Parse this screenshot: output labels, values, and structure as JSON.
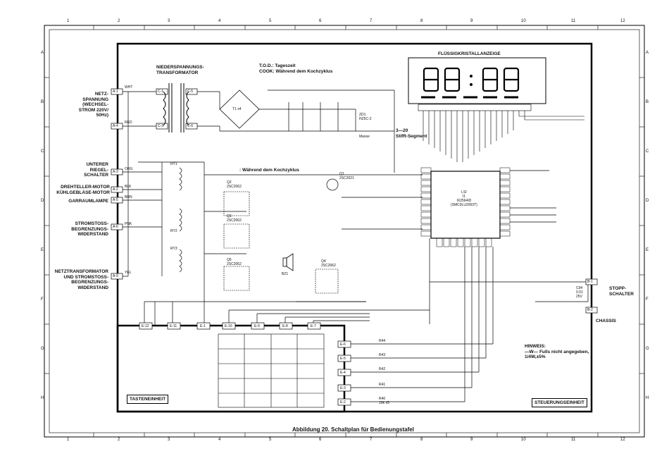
{
  "caption": "Abbildung 20.  Schaltplan für Bedienungstafel",
  "grid": {
    "columns": [
      "1",
      "2",
      "3",
      "4",
      "5",
      "6",
      "7",
      "8",
      "9",
      "10",
      "11",
      "12"
    ],
    "rows": [
      "A",
      "B",
      "C",
      "D",
      "E",
      "F",
      "G",
      "H"
    ]
  },
  "labels": {
    "netz": "NETZ-\nSPANNUNG\n(WECHSEL-\nSTROM 220V/\n50Hz)",
    "riegel": "UNTERER\nRIEGEL-\nSCHALTER",
    "drehteller": "DREHTELLER-MOTOR\nKÜHLGEBLÄSE-MOTOR",
    "garraum": "GARRAUMLAMPE",
    "stromstoss": "STROMSTOSS-\nBEGRENZUNGS-\nWIDERSTAND",
    "netztrafo": "NETZTRANSFORMATOR\nUND STROMSTOSS-\nBEGRENZUNGS-\nWIDERSTAND",
    "niederspannung": "NIEDERSPANNUNGS-\nTRANSFORMATOR",
    "tod": "T.O.D.: Tageszeit\nCOOK: Während dem Kochzyklus",
    "fluessig": "FLÜSSIGKRISTALLANZEIGE",
    "stifte": "3—20\nStifft-Segment",
    "stopp": "STOPP-\nSCHALTER",
    "chassis": "CHASSIS",
    "tasteneinheit": "TASTENEINHEIT",
    "steuerungseinheit": "STEUERUNGSEINHEIT",
    "hinweis": "HINWEIS:\n—W— Fulls nicht angegeben,\n1/4W,±5%",
    "masse": "Masse",
    "waehrend": ": Während dem Kochzyklus",
    "lsi": "LSI\nI1\nIX2564ID\n(SMC0LU2003T)",
    "display_digits": "88:88"
  },
  "connectors": [
    "A-1",
    "A-4",
    "A-3",
    "A-2",
    "A-5",
    "A-6",
    "A-9",
    "C-1",
    "C-3",
    "C-5",
    "C-6",
    "B-1",
    "B-2"
  ],
  "e_connectors_top": [
    "E-12",
    "E-11",
    "E-1",
    "E-10",
    "E-9",
    "E-8",
    "E-7"
  ],
  "e_connectors_right": [
    "E-6",
    "E-5",
    "E-4",
    "E-3",
    "E-2"
  ],
  "resistor_labels": [
    "R44",
    "R43",
    "R42",
    "R41",
    "R40\n10k x5"
  ],
  "wire_labels": [
    "WHT",
    "RED",
    "ORG",
    "BLK",
    "BRN",
    "PNK",
    "YEL"
  ],
  "components": {
    "t1": "T1 x4",
    "rfl": "RY1",
    "ry2": "RY2",
    "ry3": "RY3",
    "q1": "Q1\n2SC2021",
    "q2": "Q2\n2SC2062",
    "q3": "Q3\n2SC2062",
    "q4": "Q4\n2SC2062",
    "q5": "Q5\n2SC2062",
    "bz": "BZ1",
    "zd1": "ZD1\nHZ5C-2",
    "c94": "C94\n0.01\n25V"
  }
}
